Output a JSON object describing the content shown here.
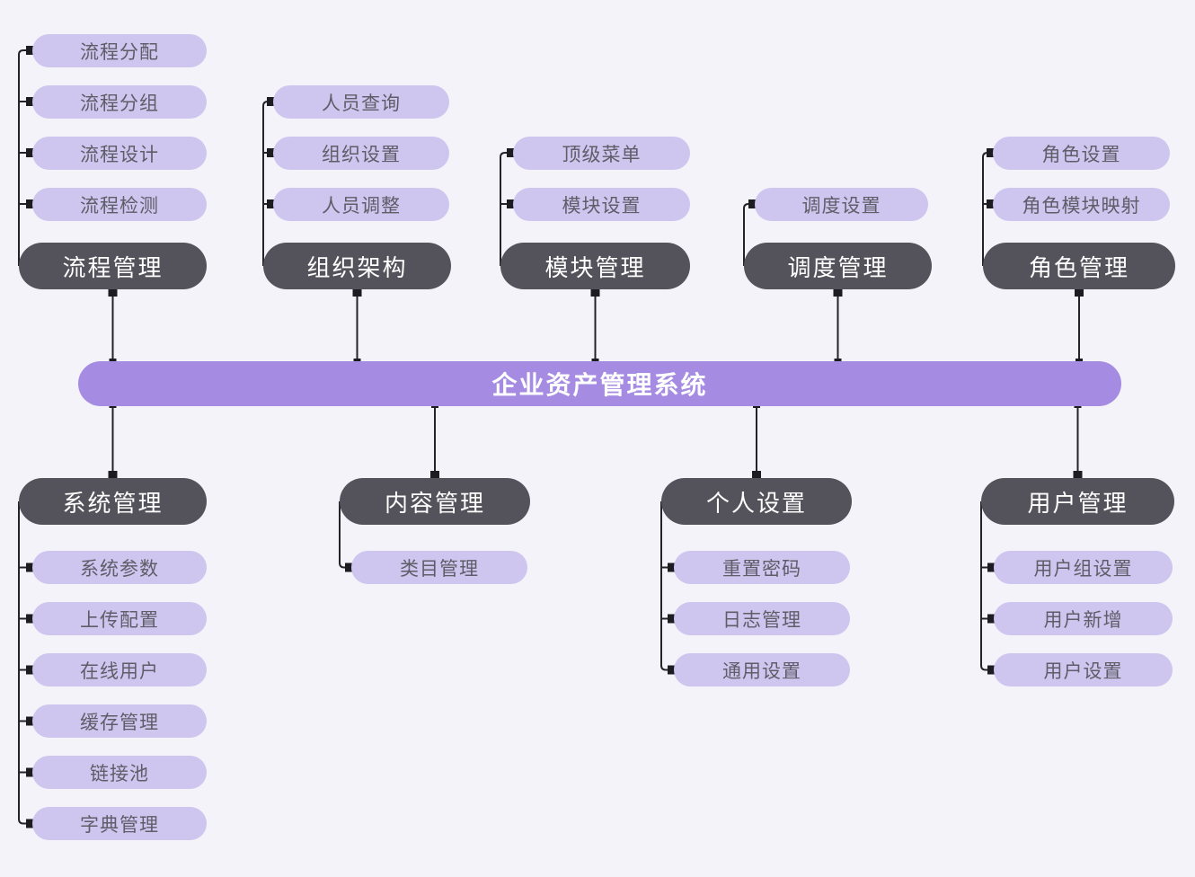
{
  "title": "企业资产管理系统",
  "root": {
    "label": "企业资产管理系统"
  },
  "top_branches": [
    {
      "label": "流程管理",
      "children": [
        "流程分配",
        "流程分组",
        "流程设计",
        "流程检测"
      ]
    },
    {
      "label": "组织架构",
      "children": [
        "人员查询",
        "组织设置",
        "人员调整"
      ]
    },
    {
      "label": "模块管理",
      "children": [
        "顶级菜单",
        "模块设置"
      ]
    },
    {
      "label": "调度管理",
      "children": [
        "调度设置"
      ]
    },
    {
      "label": "角色管理",
      "children": [
        "角色设置",
        "角色模块映射"
      ]
    }
  ],
  "bottom_branches": [
    {
      "label": "系统管理",
      "children": [
        "系统参数",
        "上传配置",
        "在线用户",
        "缓存管理",
        "链接池",
        "字典管理"
      ]
    },
    {
      "label": "内容管理",
      "children": [
        "类目管理"
      ]
    },
    {
      "label": "个人设置",
      "children": [
        "重置密码",
        "日志管理",
        "通用设置"
      ]
    },
    {
      "label": "用户管理",
      "children": [
        "用户组设置",
        "用户新增",
        "用户设置"
      ]
    }
  ],
  "colors": {
    "background": "#f4f3fa",
    "root_fill": "#a58ce2",
    "parent_fill": "#54535b",
    "child_fill": "#cec6ee",
    "child_text": "#5e5d68",
    "root_text": "#ffffff",
    "connector": "#232329"
  }
}
